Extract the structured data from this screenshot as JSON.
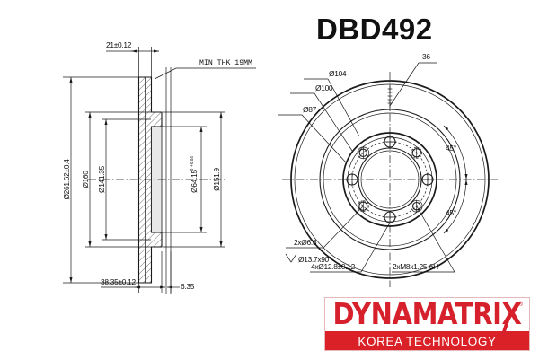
{
  "header": {
    "part_number": "DBD492"
  },
  "section_view": {
    "labels": {
      "thickness_top": "21±0.12",
      "min_thickness_note": "MIN THK 19MM",
      "outer_diameter": "Ø261.62±0.4",
      "diameter_160": "Ø160",
      "diameter_141": "Ø141.35",
      "hub_bore": "Ø64.15",
      "hub_bore_tol_upper": "+0.04",
      "hub_bore_tol_lower": "0",
      "diameter_151": "Ø151.9",
      "overall_length": "38.35±0.12",
      "flange_thickness": "6.35"
    }
  },
  "face_view": {
    "labels": {
      "bolt_circle_104": "Ø104",
      "bolt_circle_100": "Ø100",
      "pilot_87": "Ø87",
      "vane_count": "36",
      "angle_upper": "45°",
      "angle_lower": "45°",
      "holes_6_6": "2xØ6.6",
      "countersink": "Ø13.7x90°",
      "holes_12_8": "4xØ12.8±0.12",
      "threaded_holes": "2xM8x1.25-6H",
      "countersink_symbol": "∨"
    }
  },
  "brand": {
    "name": "DYNAMATRIX",
    "tagline": "KOREA TECHNOLOGY",
    "registered_mark": "®",
    "primary_color": "#D6202C",
    "bar_color": "#DA2128"
  }
}
